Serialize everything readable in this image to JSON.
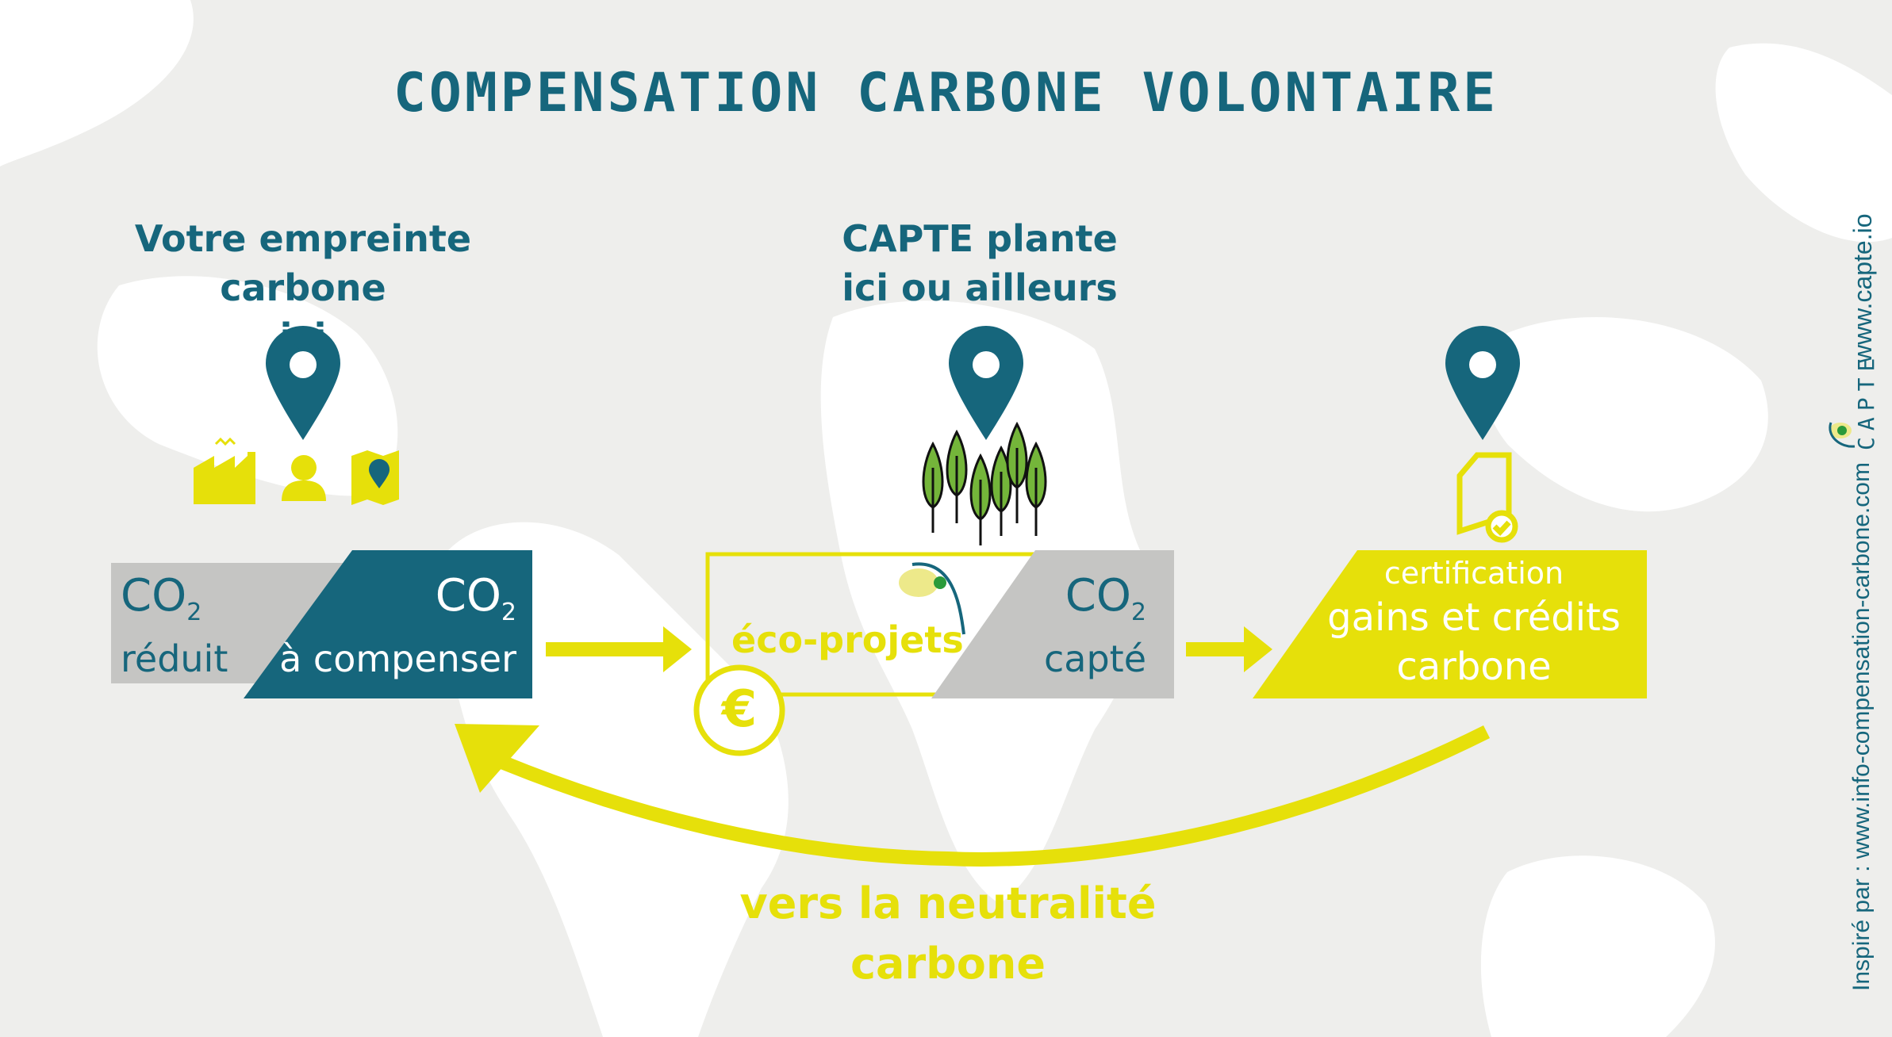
{
  "title": "COMPENSATION CARBONE VOLONTAIRE",
  "left": {
    "heading_line1": "Votre empreinte carbone",
    "heading_line2": "ici",
    "reduced_co2": "CO",
    "reduced_sub": "2",
    "reduced_label": "réduit",
    "offset_co2": "CO",
    "offset_sub": "2",
    "offset_label": "à compenser"
  },
  "center": {
    "heading_line1": "CAPTE plante",
    "heading_line2": "ici ou ailleurs",
    "eco_label": "éco-projets",
    "euro": "€",
    "captured_co2": "CO",
    "captured_sub": "2",
    "captured_label": "capté"
  },
  "right": {
    "line1": "certification",
    "line2": "gains et crédits",
    "line3": "carbone"
  },
  "footer": {
    "line1": "vers la neutralité",
    "line2": "carbone"
  },
  "side": {
    "website": "www.capte.io",
    "logo": "CAPTE",
    "inspired": "Inspiré par : www.info-compensation-carbone.com"
  },
  "colors": {
    "teal": "#16667c",
    "yellow": "#e6e00a",
    "grey": "#c5c5c3",
    "background": "#eeeeec"
  }
}
